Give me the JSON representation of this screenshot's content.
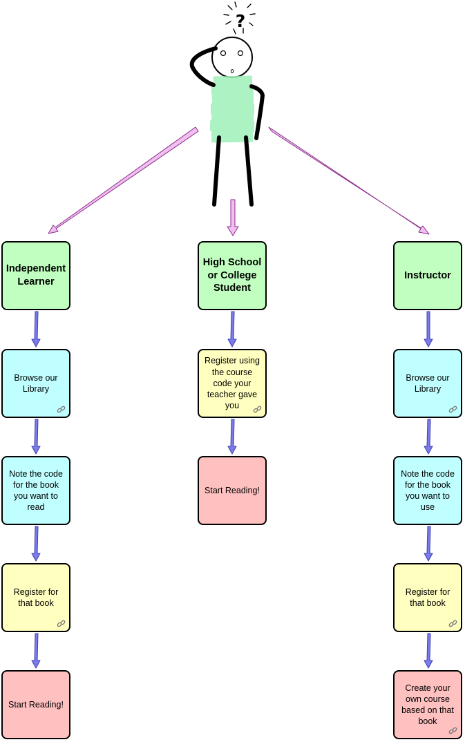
{
  "figure": {
    "question_mark": "?"
  },
  "columns": [
    {
      "header": "Independent\nLearner",
      "steps": [
        {
          "text": "Browse our\nLibrary",
          "type": "cyan",
          "link": true
        },
        {
          "text": "Note the code\nfor the book\nyou want to\nread",
          "type": "cyan",
          "link": false
        },
        {
          "text": "Register for\nthat book",
          "type": "yellow",
          "link": true
        },
        {
          "text": "Start Reading!",
          "type": "red",
          "link": false
        }
      ]
    },
    {
      "header": "High School\nor College\nStudent",
      "steps": [
        {
          "text": "Register using\nthe course\ncode your\nteacher gave\nyou",
          "type": "yellow",
          "link": true
        },
        {
          "text": "Start Reading!",
          "type": "red",
          "link": false
        }
      ]
    },
    {
      "header": "Instructor",
      "steps": [
        {
          "text": "Browse our\nLibrary",
          "type": "cyan",
          "link": true
        },
        {
          "text": "Note the code\nfor the book\nyou want to\nuse",
          "type": "cyan",
          "link": false
        },
        {
          "text": "Register for\nthat book",
          "type": "yellow",
          "link": true
        },
        {
          "text": "Create your\nown course\nbased on that\nbook",
          "type": "red",
          "link": true
        }
      ]
    }
  ],
  "colors": {
    "header": "#c0ffc0",
    "cyan": "#c0ffff",
    "yellow": "#ffffc0",
    "red": "#ffc0c0",
    "pink_arrow": "#f0c0f0",
    "blue_arrow": "#7b7bea",
    "shirt": "#9ef0b8"
  }
}
